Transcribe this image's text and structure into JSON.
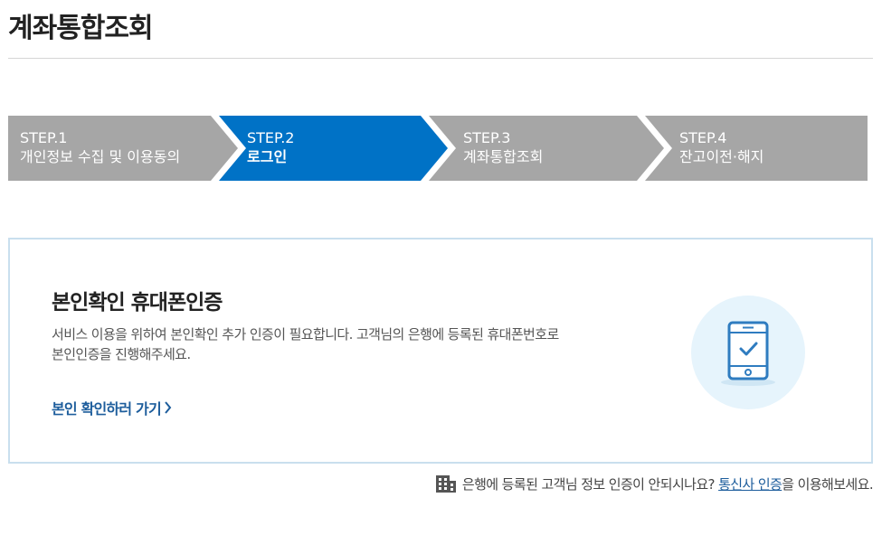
{
  "page": {
    "title": "계좌통합조회"
  },
  "stepper": {
    "active_index": 1,
    "colors": {
      "inactive": "#a6a6a6",
      "active": "#0072c6"
    },
    "steps": [
      {
        "number": "STEP.1",
        "label": "개인정보 수집 및 이용동의"
      },
      {
        "number": "STEP.2",
        "label": "로그인"
      },
      {
        "number": "STEP.3",
        "label": "계좌통합조회"
      },
      {
        "number": "STEP.4",
        "label": "잔고이전·해지"
      }
    ]
  },
  "auth_card": {
    "title": "본인확인 휴대폰인증",
    "description_line1": "서비스 이용을 위하여 본인확인 추가 인증이 필요합니다. 고객님의 은행에 등록된 휴대폰번호로",
    "description_line2": "본인인증을 진행해주세요.",
    "link_label": "본인 확인하러 가기",
    "link_chevron": "chevron-right-icon",
    "illustration_icon": "mobile-phone-check-icon"
  },
  "footer_note": {
    "icon": "building-icon",
    "text_before": "은행에 등록된 고객님 정보 인증이 안되시나요? ",
    "link_label": "통신사 인증",
    "text_after": "을 이용해보세요."
  }
}
